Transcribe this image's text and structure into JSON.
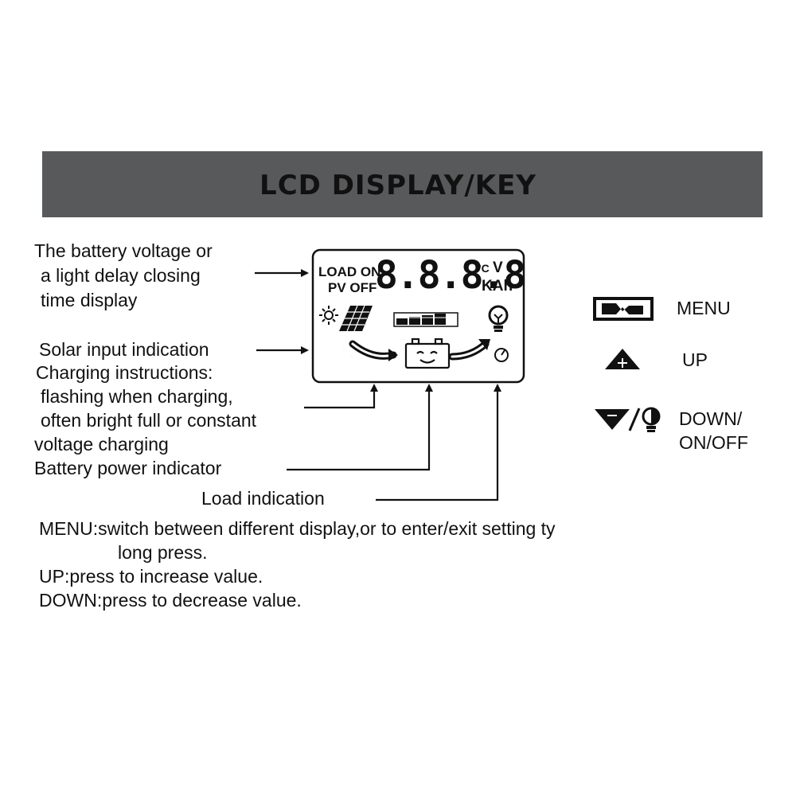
{
  "title": "LCD DISPLAY/KEY",
  "lcd": {
    "load_on": "LOAD ON",
    "pv_off": "PV OFF",
    "digits": "8.8.8.8",
    "unit_temp": "°C",
    "unit_v": "V",
    "unit_kah": "KAh"
  },
  "callouts": {
    "voltage_line1": "The battery voltage or",
    "voltage_line2": "a light delay closing",
    "voltage_line3": "time display",
    "solar": "Solar input indication",
    "charging_line1": "Charging instructions:",
    "charging_line2": "flashing when charging,",
    "charging_line3": "often bright full or constant",
    "charging_line4": "voltage charging",
    "battery": "Battery power indicator",
    "load": "Load indication"
  },
  "keys": {
    "menu": "MENU",
    "up": "UP",
    "down_line1": "DOWN/",
    "down_line2": "ON/OFF"
  },
  "instructions": {
    "menu_line1": "MENU:switch between different display,or to enter/exit setting ty",
    "menu_line2": "long press.",
    "up": "UP:press to increase value.",
    "down": "DOWN:press to decrease value."
  },
  "icons": {
    "sun": "sun-icon",
    "solar_panel": "solar-panel-icon",
    "moon": "moon-icon",
    "battery_face": "battery-smile-icon",
    "bulb": "light-bulb-icon",
    "clock": "clock-icon",
    "battery_level": "battery-level-icon",
    "menu_key": "menu-key-icon",
    "up_key": "up-triangle-icon",
    "down_key": "down-triangle-icon",
    "onoff_key": "bulb-onoff-icon"
  },
  "colors": {
    "banner": "#58595b",
    "ink": "#111111"
  }
}
